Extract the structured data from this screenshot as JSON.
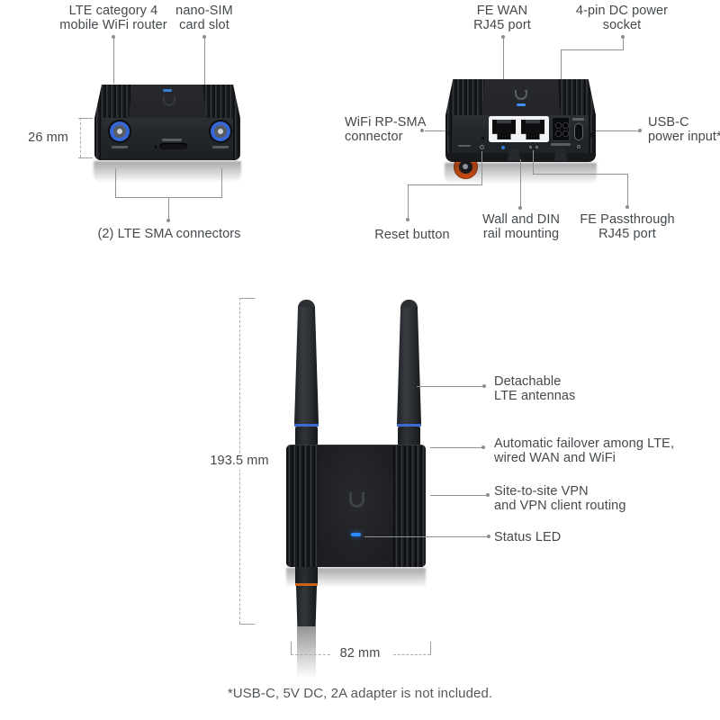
{
  "front_view": {
    "router_label": {
      "line1": "LTE category 4",
      "line2": "mobile WiFi router"
    },
    "sim_label": {
      "line1": "nano-SIM",
      "line2": "card slot"
    },
    "height_dimension": "26 mm",
    "sma_label": "(2) LTE SMA connectors"
  },
  "back_view": {
    "wan_label": {
      "line1": "FE WAN",
      "line2": "RJ45 port"
    },
    "dc_label": {
      "line1": "4-pin DC power",
      "line2": "socket"
    },
    "rpsma_label": {
      "line1": "WiFi RP-SMA",
      "line2": "connector"
    },
    "usbc_label": {
      "line1": "USB-C",
      "line2": "power input*"
    },
    "reset_label": "Reset button",
    "mount_label": {
      "line1": "Wall and DIN",
      "line2": "rail mounting"
    },
    "passthrough_label": {
      "line1": "FE Passthrough",
      "line2": "RJ45 port"
    }
  },
  "full_view": {
    "height_dimension": "193.5 mm",
    "antenna_label": {
      "line1": "Detachable",
      "line2": "LTE antennas"
    },
    "failover_label": {
      "line1": "Automatic failover among LTE,",
      "line2": "wired WAN and WiFi"
    },
    "vpn_label": {
      "line1": "Site-to-site VPN",
      "line2": "and VPN client routing"
    },
    "led_label": "Status LED",
    "width_dimension": "82 mm"
  },
  "footnote": "*USB-C, 5V DC, 2A adapter is not included.",
  "colors": {
    "status_led_blue": "#3d8ef7",
    "antenna_ring_blue": "#3c6bd4",
    "antenna_ring_orange": "#d4691c",
    "rpsma_orange": "#e0500f",
    "sma_ring_blue": "#3566d6",
    "label_text": "#44494d",
    "leader_line": "#8f9396"
  }
}
